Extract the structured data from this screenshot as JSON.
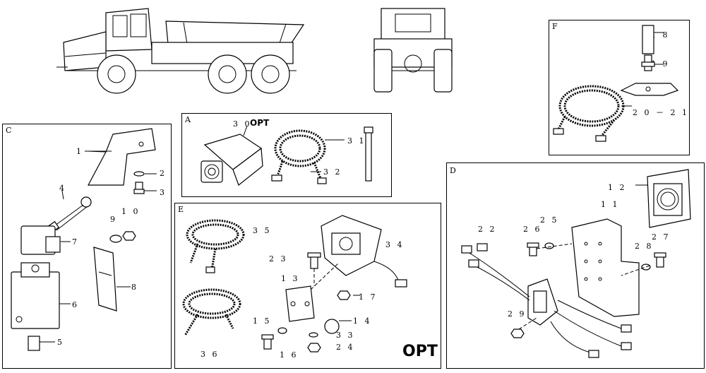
{
  "panels": {
    "A": {
      "letter": "A",
      "opt_label": "OPT",
      "callouts": {
        "c30": "3 0",
        "c31": "3 1",
        "c32": "3 2"
      }
    },
    "C": {
      "letter": "C",
      "callouts": {
        "c1": "1",
        "c2": "2",
        "c3": "3",
        "c4": "4",
        "c5": "5",
        "c6": "6",
        "c7": "7",
        "c8": "8",
        "c9": "9",
        "c10": "1 0"
      }
    },
    "D": {
      "letter": "D",
      "callouts": {
        "c11": "1 1",
        "c12": "1 2",
        "c22": "2 2",
        "c25": "2 5",
        "c26": "2 6",
        "c27": "2 7",
        "c28": "2 8",
        "c29": "2 9"
      }
    },
    "E": {
      "letter": "E",
      "opt_label": "OPT",
      "callouts": {
        "c13": "1 3",
        "c14": "1 4",
        "c15": "1 5",
        "c16": "1 6",
        "c17": "1 7",
        "c23": "2 3",
        "c24": "2 4",
        "c33": "3 3",
        "c34": "3 4",
        "c35": "3 5",
        "c36": "3 6"
      }
    },
    "F": {
      "letter": "F",
      "callouts": {
        "c18": "1 8",
        "c19": "1 9",
        "c2021": "2 0 － 2 1"
      }
    }
  }
}
